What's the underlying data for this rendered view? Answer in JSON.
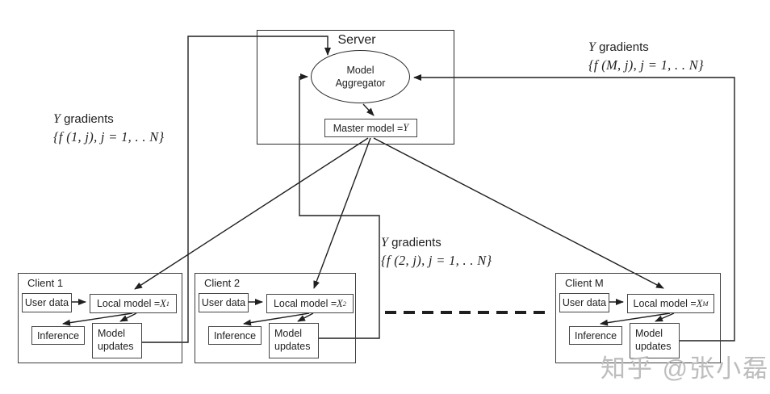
{
  "server": {
    "title": "Server",
    "aggregator_line1": "Model",
    "aggregator_line2": "Aggregator",
    "master_model": {
      "prefix": "Master model = ",
      "var": "Y"
    }
  },
  "gradients": [
    {
      "var": "Y",
      "label": " gradients",
      "formula": "{f (1, j), j = 1, . . N}"
    },
    {
      "var": "Y",
      "label": " gradients",
      "formula": "{f (2, j), j = 1, . . N}"
    },
    {
      "var": "Y",
      "label": " gradients",
      "formula": "{f (M, j), j = 1, . . N}"
    }
  ],
  "clients": [
    {
      "title": "Client 1",
      "user_data": "User data",
      "local_model": {
        "prefix": "Local model = ",
        "var": "X",
        "sub": "1"
      },
      "inference": "Inference",
      "updates_line1": "Model",
      "updates_line2": "updates"
    },
    {
      "title": "Client 2",
      "user_data": "User data",
      "local_model": {
        "prefix": "Local model = ",
        "var": "X",
        "sub": "2"
      },
      "inference": "Inference",
      "updates_line1": "Model",
      "updates_line2": "updates"
    },
    {
      "title": "Client M",
      "user_data": "User data",
      "local_model": {
        "prefix": "Local model = ",
        "var": "X",
        "sub": "M"
      },
      "inference": "Inference",
      "updates_line1": "Model",
      "updates_line2": "updates"
    }
  ],
  "watermark": "知乎 @张小磊",
  "colors": {
    "line": "#1f1f1f",
    "box_border": "#3d3d3d",
    "watermark": "#bdbdbd",
    "background": "#ffffff"
  }
}
